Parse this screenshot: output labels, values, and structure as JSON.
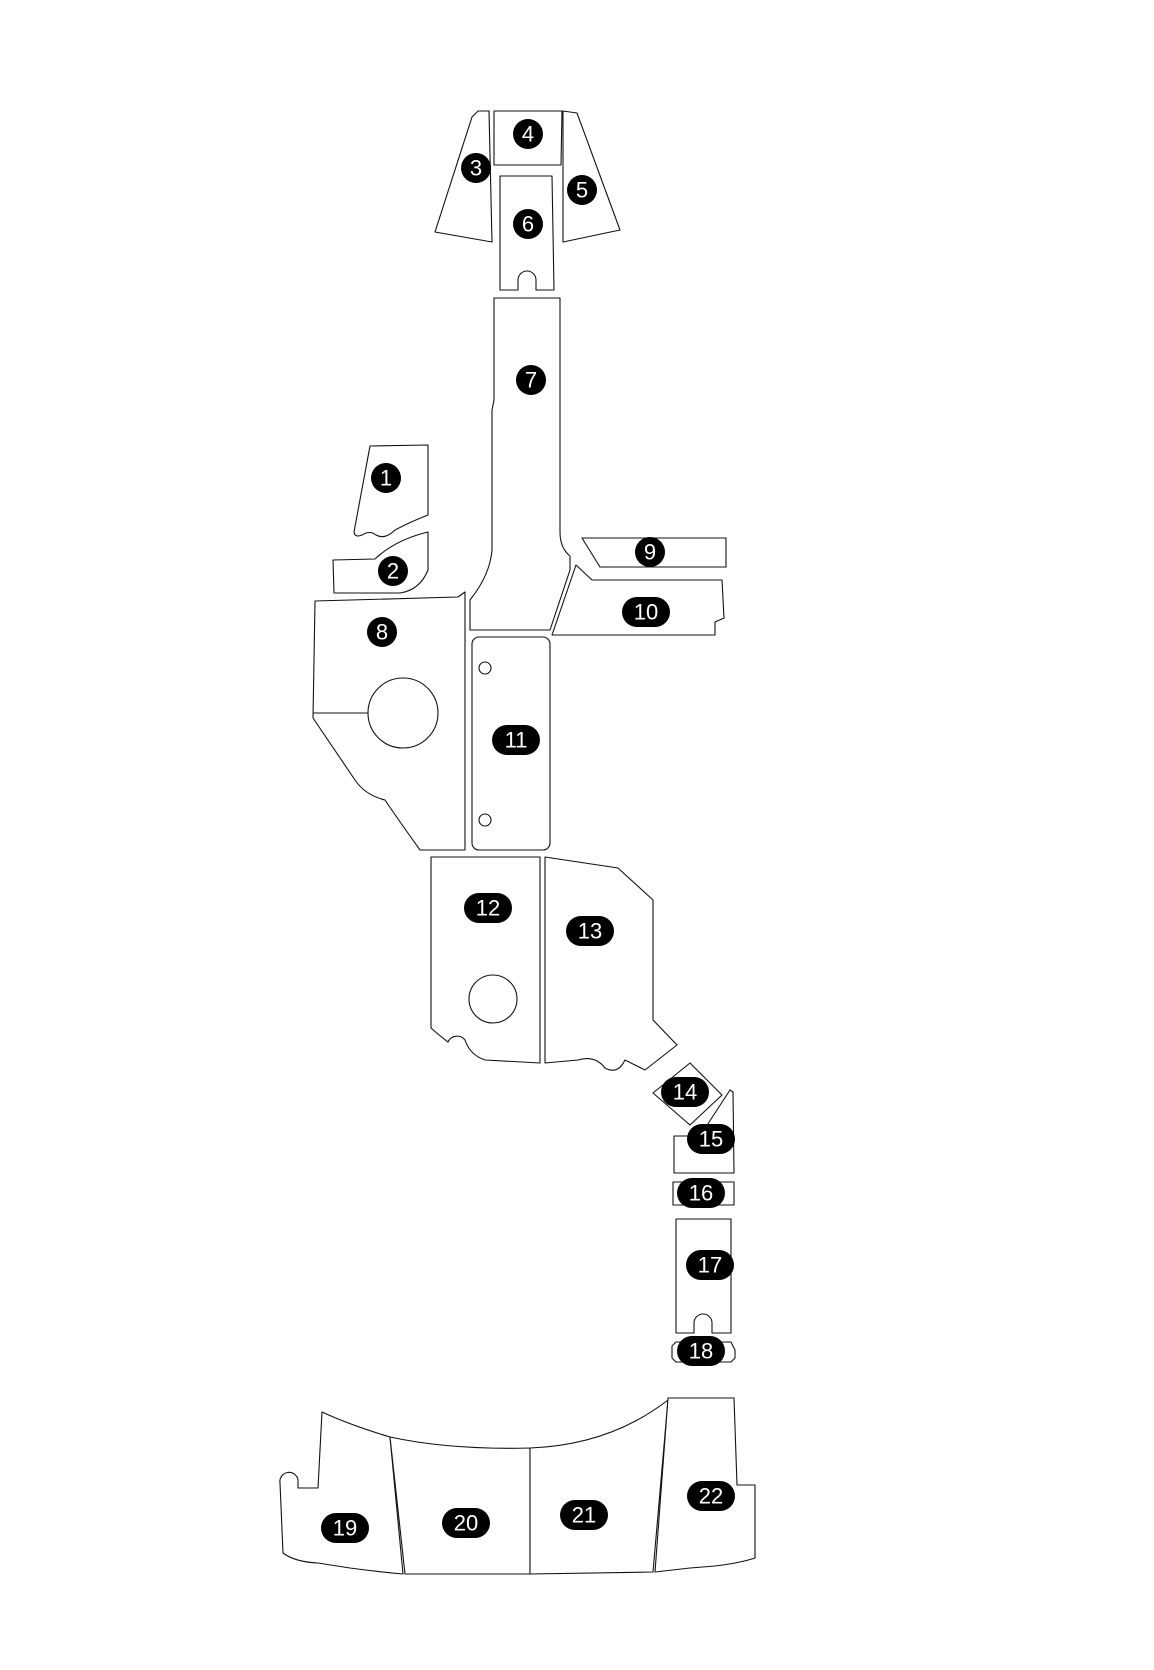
{
  "colors": {
    "outline": "#111111",
    "badge": "#000000",
    "badge_text": "#ffffff",
    "background": "#ffffff"
  },
  "labels": [
    "1",
    "2",
    "3",
    "4",
    "5",
    "6",
    "7",
    "8",
    "9",
    "10",
    "11",
    "12",
    "13",
    "14",
    "15",
    "16",
    "17",
    "18",
    "19",
    "20",
    "21",
    "22"
  ]
}
